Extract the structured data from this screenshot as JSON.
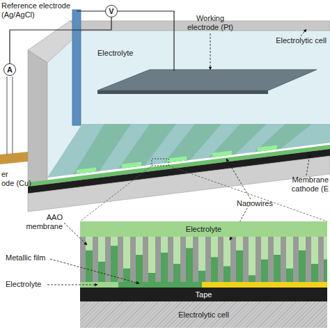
{
  "diagram": {
    "nodes": [
      {
        "text": [
          "V"
        ]
      },
      {
        "text": [
          "A"
        ]
      },
      {
        "text": [
          "Electrolyte"
        ]
      },
      {
        "text": [
          "Tape"
        ]
      },
      {
        "text": [
          "Electrolytic cell"
        ]
      }
    ],
    "edges": [
      {
        "from": 0,
        "to": 1,
        "arrow": "none"
      }
    ],
    "labels": [
      "Reference electrode (Ag/AgCl)",
      "Working electrode (Pt)",
      "Electrolytic cell",
      "Electrolyte",
      "er",
      "ode (Cu)",
      "AAO membrane",
      "Nanowires",
      "Membrane cathode (E",
      "Metallic film",
      "Electrolyte"
    ]
  }
}
